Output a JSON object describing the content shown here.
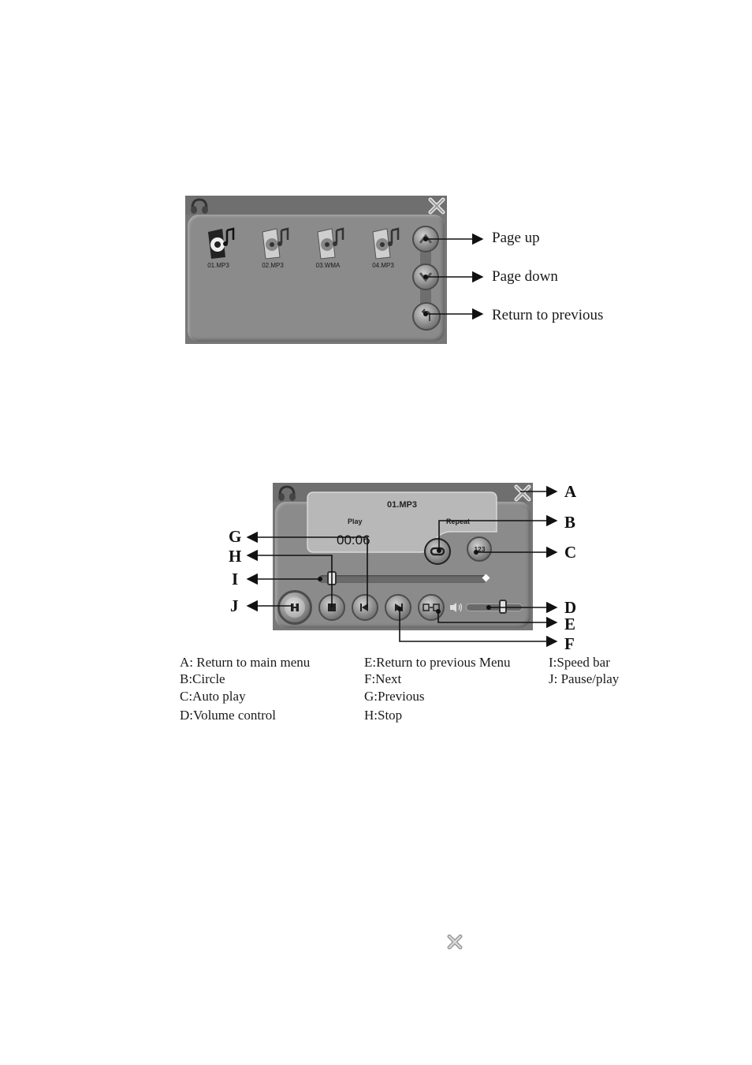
{
  "browser": {
    "files": [
      "01.MP3",
      "02.MP3",
      "03.WMA",
      "04.MP3"
    ],
    "nav_labels": [
      "Page up",
      "Page down",
      "Return to previous"
    ]
  },
  "player": {
    "title": "01.MP3",
    "status": "Play",
    "repeat_label": "Repeat",
    "time": "00:06",
    "repeat_icon_text": "1 2 3",
    "seek_progress": 0.05,
    "volume_level": 0.65,
    "callouts": [
      "A",
      "B",
      "C",
      "D",
      "E",
      "F",
      "G",
      "H",
      "I",
      "J"
    ]
  },
  "legend": [
    [
      "A: Return to main menu",
      "B:Circle",
      "C:Auto play",
      "D:Volume control"
    ],
    [
      "E:Return to previous Menu",
      "F:Next",
      "G:Previous",
      "H:Stop"
    ],
    [
      "I:Speed bar",
      "J: Pause/play"
    ]
  ],
  "colors": {
    "screen_bg": "#777777",
    "panel": "#8b8b8b",
    "display": "#b5b5b5"
  }
}
